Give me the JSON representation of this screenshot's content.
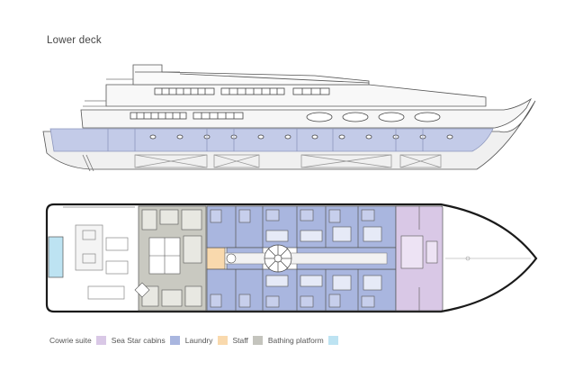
{
  "title": "Lower deck",
  "colors": {
    "cowrie_suite": "#d9c8e6",
    "sea_star_cabins": "#a9b6df",
    "laundry": "#f9d9ad",
    "staff": "#c4c4bd",
    "bathing_platform": "#bde3f2",
    "hull_fill": "#efefef",
    "hull_band": "#c2cbe8",
    "outline": "#1a1a1a"
  },
  "legend": [
    {
      "label": "Cowrie suite",
      "color": "#d9c8e6"
    },
    {
      "label": "Sea Star cabins",
      "color": "#a9b6df"
    },
    {
      "label": "Laundry",
      "color": "#f9d9ad"
    },
    {
      "label": "Staff",
      "color": "#c4c4bd"
    },
    {
      "label": "Bathing platform",
      "color": "#bde3f2"
    }
  ]
}
